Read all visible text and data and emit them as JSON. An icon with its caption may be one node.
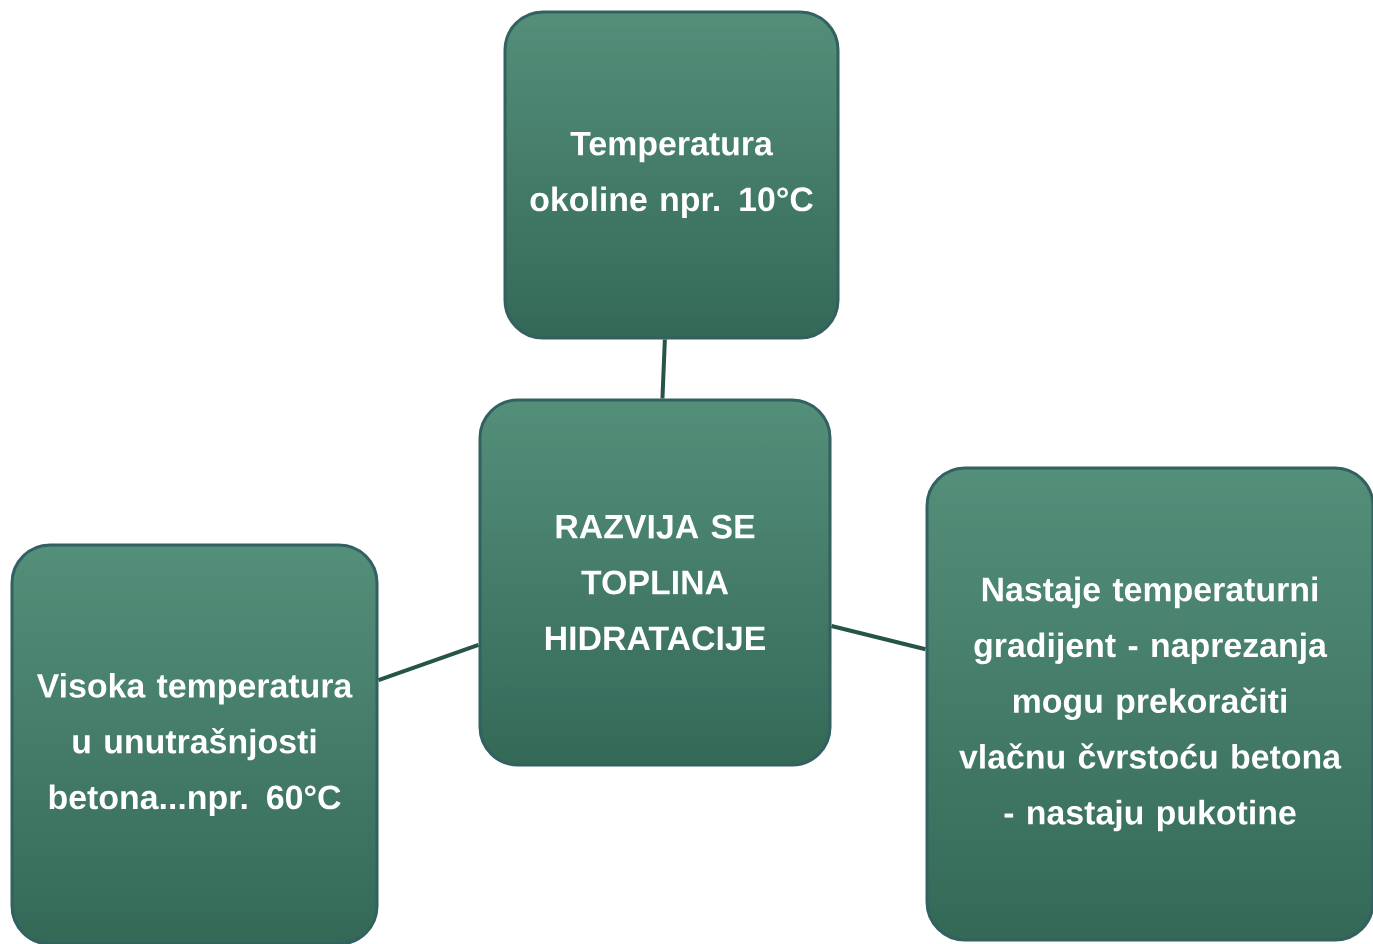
{
  "diagram": {
    "nodes": [
      {
        "text": [
          "Temperatura okoline npr. 10°C"
        ]
      },
      {
        "text": [
          "RAZVIJA SE TOPLINA HIDRATACIJE"
        ]
      },
      {
        "text": [
          "Visoka temperatura u unutrašnjosti betona...npr. 60°C"
        ]
      },
      {
        "text": [
          "Nastaje temperaturni gradijent - naprezanja mogu prekoračiti vlačnu čvrstoću betona - nastaju pukotine"
        ]
      }
    ],
    "edges": [
      {
        "from": 1,
        "to": 0,
        "arrow": "none"
      },
      {
        "from": 1,
        "to": 2,
        "arrow": "none"
      },
      {
        "from": 1,
        "to": 3,
        "arrow": "none"
      }
    ]
  }
}
